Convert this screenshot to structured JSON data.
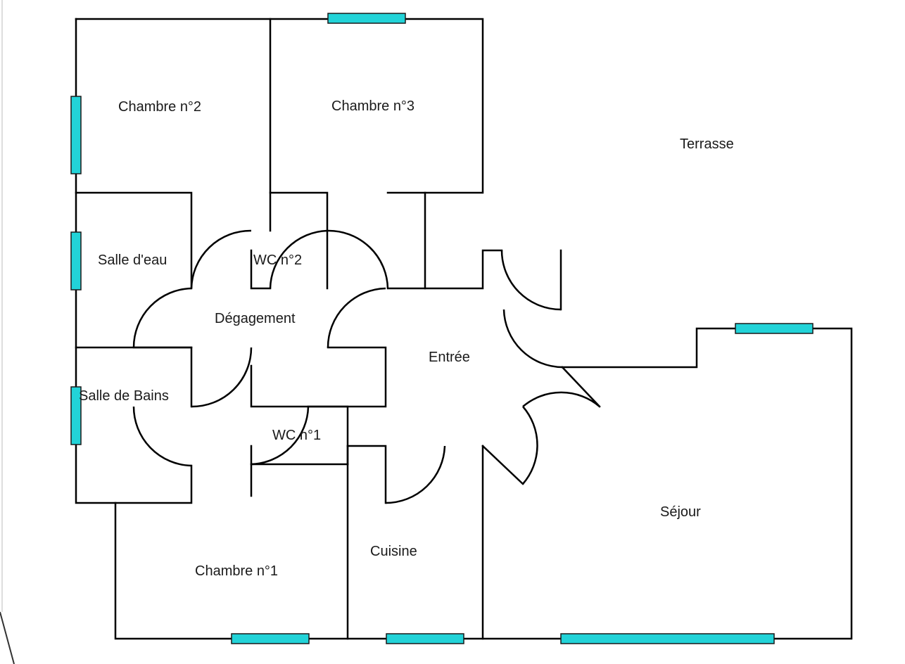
{
  "colors": {
    "wall": "#000000",
    "window": "#22d3d8",
    "background": "#ffffff"
  },
  "rooms": {
    "chambre2": "Chambre n°2",
    "chambre3": "Chambre n°3",
    "terrasse": "Terrasse",
    "salle_eau": "Salle d'eau",
    "wc2": "WC n°2",
    "degagement": "Dégagement",
    "entree": "Entrée",
    "salle_bains": "Salle de Bains",
    "wc1": "WC n°1",
    "sejour": "Séjour",
    "cuisine": "Cuisine",
    "chambre1": "Chambre n°1"
  }
}
